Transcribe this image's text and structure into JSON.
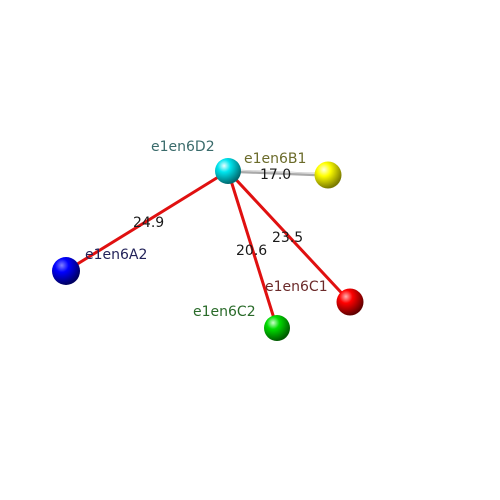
{
  "nodes": {
    "d2": {
      "label": "e1en6D2",
      "color": "#00e5ee",
      "label_color": "#3a6b6b"
    },
    "b1": {
      "label": "e1en6B1",
      "color": "#ffff00",
      "label_color": "#6b6b2a"
    },
    "a2": {
      "label": "e1en6A2",
      "color": "#0000ff",
      "label_color": "#23235a"
    },
    "c2": {
      "label": "e1en6C2",
      "color": "#00dd00",
      "label_color": "#2a6b2a"
    },
    "c1": {
      "label": "e1en6C1",
      "color": "#ff0000",
      "label_color": "#6b2a2a"
    }
  },
  "edges": {
    "d2_b1": {
      "distance": "17.0",
      "color": "#a9a9a9"
    },
    "d2_a2": {
      "distance": "24.9",
      "color": "#e01010"
    },
    "d2_c2": {
      "distance": "20.6",
      "color": "#e01010"
    },
    "d2_c1": {
      "distance": "23.5",
      "color": "#e01010"
    }
  }
}
